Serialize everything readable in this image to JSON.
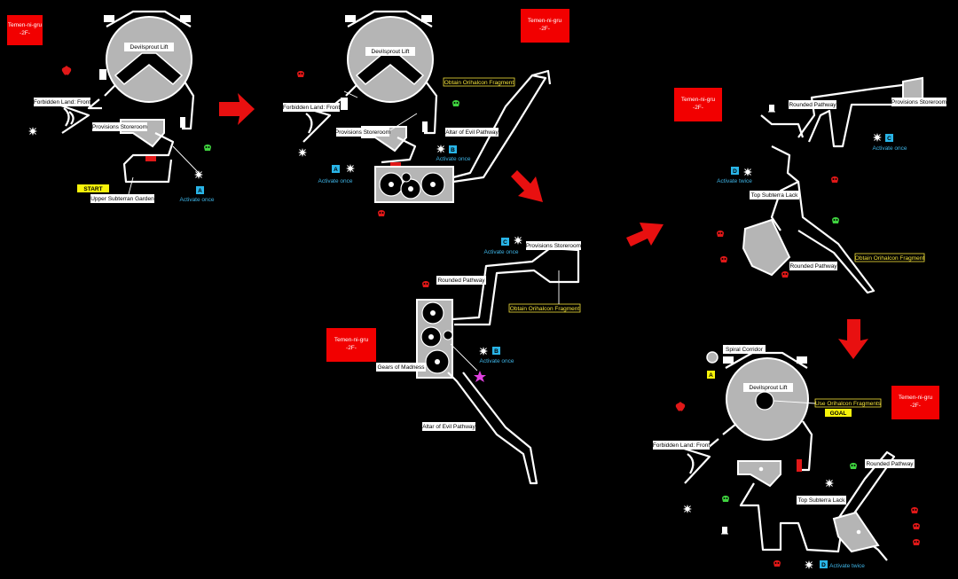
{
  "area_title_line1": "Temen-ni-gru",
  "area_title_line2": "-2F-",
  "colors": {
    "title_box": "#f20000",
    "arrow": "#e81010",
    "floor": "#b5b5b5",
    "cyan_text": "#3fb6e8",
    "yellow_text": "#f3e23a",
    "start_goal": "#f7f30a",
    "key_box": "#29b5e8",
    "red_enemy": "#e01818",
    "green_enemy": "#3fd33f",
    "star": "#e040e0"
  },
  "icons": [
    "red-skull-icon",
    "green-skull-icon",
    "sparkle-icon",
    "red-star-icon",
    "pink-star-icon",
    "door-icon"
  ],
  "labels": {
    "devilsprout_lift": "Devilsprout Lift",
    "forbidden_land_front": "Forbidden Land: Front",
    "provisions_storeroom": "Provisions Storeroom",
    "upper_subterran_garden": "Upper Subterran Garden",
    "start": "START",
    "goal": "GOAL",
    "activate_once": "Activate once",
    "activate_twice": "Activate twice",
    "obtain_fragment": "Obtain Orihalcon Fragment",
    "use_fragments": "Use Orihalcon Fragments",
    "altar_pathway": "Altar of Evil Pathway",
    "rounded_pathway": "Rounded Pathway",
    "gears_of_madness": "Gears of Madness",
    "top_subterra_lack": "Top Subterra Lack",
    "spiral_corridor": "Spiral Corridor"
  },
  "keys": {
    "a": "A",
    "b": "B",
    "c": "C",
    "d": "D"
  }
}
